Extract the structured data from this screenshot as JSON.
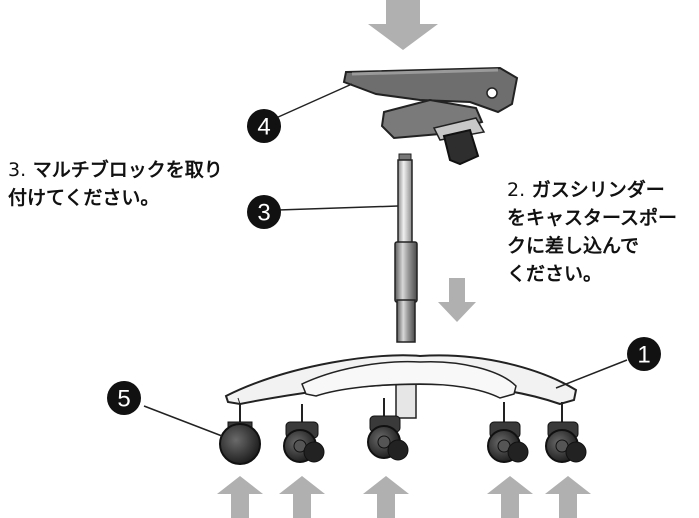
{
  "instructions": {
    "step3": {
      "number": "3.",
      "line1": "マルチブロックを取り",
      "line2": "付けてください。"
    },
    "step2": {
      "number": "2.",
      "line1": "ガスシリンダー",
      "line2": "をキャスタースポー",
      "line3": "クに差し込んで",
      "line4": "ください。"
    }
  },
  "callouts": {
    "base": "1",
    "gas_cylinder": "3",
    "multi_block": "4",
    "caster": "5"
  },
  "colors": {
    "arrow": "#b0b0b0",
    "badge": "#111111",
    "block": "#6e6e6e",
    "base": "#f2f2f2",
    "caster": "#2a2a2a"
  }
}
